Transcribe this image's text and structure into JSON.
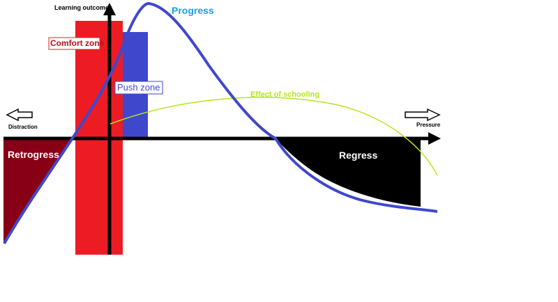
{
  "labels": {
    "y_axis": "Learning outcomes",
    "progress": "Progress",
    "comfort_zone": "Comfort zone",
    "push_zone": "Push zone",
    "effect_of_schooling": "Effect of schooling",
    "distraction": "Distraction",
    "pressure": "Pressure",
    "retrogress": "Retrogress",
    "regress": "Regress"
  },
  "colors": {
    "background": "#ffffff",
    "axis": "#000000",
    "comfort_zone_fill": "#ed1c24",
    "comfort_zone_text": "#b5121b",
    "push_zone_fill": "#3f48cc",
    "progress_curve": "#3f48cc",
    "progress_text": "#1ba1e2",
    "schooling_curve": "#b5e61d",
    "retrogress_fill": "#880015",
    "regress_fill": "#000000"
  }
}
